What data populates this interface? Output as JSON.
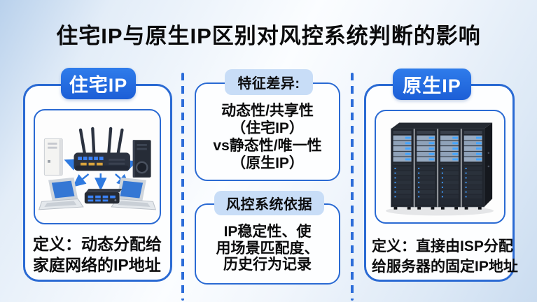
{
  "title": "住宅IP与原生IP区别对风控系统判断的影响",
  "left_panel": {
    "badge": "住宅IP",
    "illustration": "home-network-router-and-devices",
    "definition": [
      "定义：动态分配给",
      "家庭网络的IP地址"
    ]
  },
  "middle_panel": {
    "feature_badge": "特征差异:",
    "feature_lines": [
      "动态性/共享性",
      "（住宅IP）",
      "vs静态性/唯一性",
      "（原生IP）"
    ],
    "risk_badge": "风控系统依据",
    "risk_lines": [
      "IP稳定性、使",
      "用场景匹配度、",
      "历史行为记录"
    ]
  },
  "right_panel": {
    "badge": "原生IP",
    "illustration": "server-racks",
    "definition": [
      "定义：直接由ISP分配",
      "给服务器的固定IP地址"
    ]
  },
  "colors": {
    "accent_blue": "#2a6ad3",
    "badge_blue": "#2268e0",
    "light_badge_blue": "#c8ddf7",
    "arrow_blue": "#2f7ae0",
    "text": "#0c0c0d"
  }
}
